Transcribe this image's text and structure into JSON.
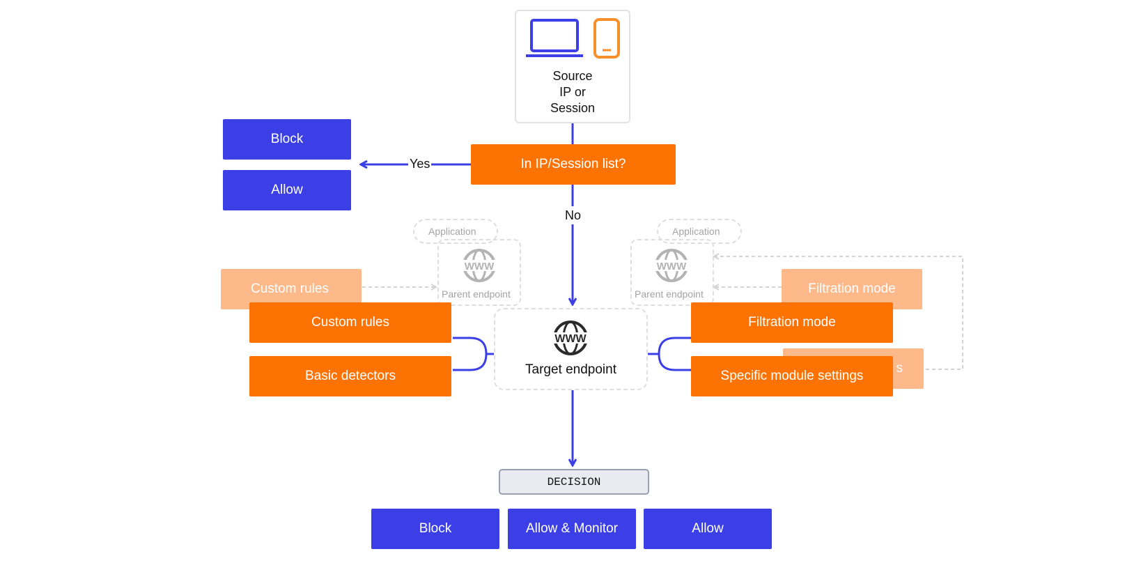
{
  "source": {
    "line1": "Source",
    "line2": "IP or",
    "line3": "Session"
  },
  "check": {
    "label": "In IP/Session list?",
    "yes": "Yes",
    "no": "No"
  },
  "list_actions": [
    "Block",
    "Allow"
  ],
  "parents": {
    "left": {
      "app": "Application",
      "www": "WWW",
      "label": "Parent endpoint"
    },
    "right": {
      "app": "Application",
      "www": "WWW",
      "label": "Parent endpoint"
    }
  },
  "ghost_boxes": {
    "left": "Custom rules",
    "right_top": "Filtration mode",
    "right_bottom_visible": "s"
  },
  "left_inputs": [
    "Custom rules",
    "Basic detectors"
  ],
  "right_inputs": [
    "Filtration mode",
    "Specific module settings"
  ],
  "target": {
    "www": "WWW",
    "label": "Target endpoint"
  },
  "decision": {
    "label": "DECISION"
  },
  "decisions": [
    "Block",
    "Allow & Monitor",
    "Allow"
  ],
  "colors": {
    "blue": "#3b3fe5",
    "orange": "#fc7303",
    "ghost_orange": "#fdb98a",
    "gray": "#bdbdbd",
    "laptop": "#3b3fe5",
    "phone": "#f7902a"
  },
  "icons": {
    "source": [
      "laptop-icon",
      "phone-icon"
    ],
    "endpoint": "globe-www-icon"
  }
}
